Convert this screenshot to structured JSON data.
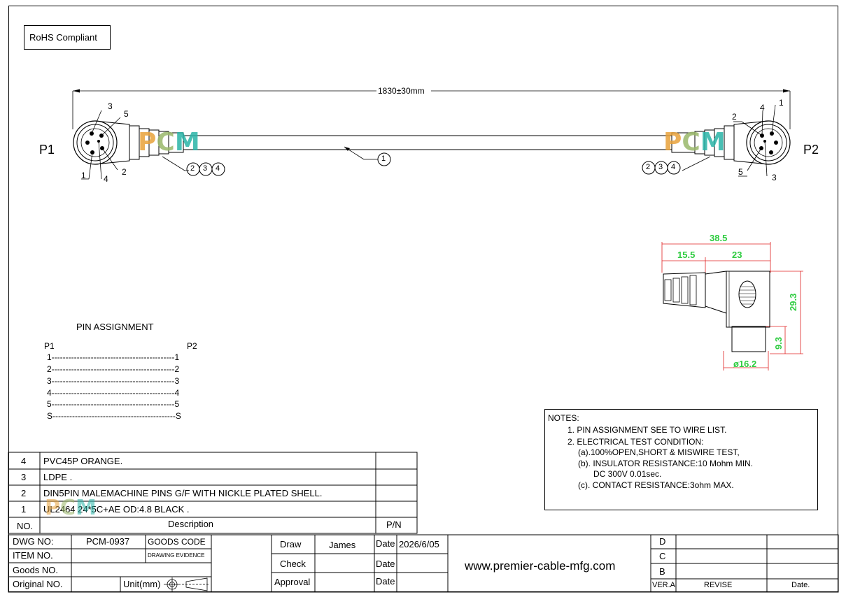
{
  "rohs": "RoHS Compliant",
  "p1_label": "P1",
  "p2_label": "P2",
  "length_dim": "1830±30mm",
  "callouts": {
    "one": "1",
    "two": "2",
    "three": "3",
    "four": "4"
  },
  "pins": {
    "n1": "1",
    "n2": "2",
    "n3": "3",
    "n4": "4",
    "n5": "5"
  },
  "logo": {
    "p": "P",
    "c": "C",
    "m": "M",
    "colors": {
      "p": "#e8a23a",
      "c": "#9ab86a",
      "m": "#2ab5a8"
    }
  },
  "dims": {
    "overall": "38.5",
    "boot": "15.5",
    "head": "23",
    "height": "29.3",
    "pin_len": "9.3",
    "dia": "ø16.2"
  },
  "pin_assignment": {
    "title": "PIN ASSIGNMENT",
    "p1": "P1",
    "p2": "P2",
    "rows": [
      "1--------------------------------------------1",
      "2--------------------------------------------2",
      "3--------------------------------------------3",
      "4--------------------------------------------4",
      "5--------------------------------------------5",
      "S--------------------------------------------S"
    ]
  },
  "notes": {
    "title": "NOTES:",
    "lines": [
      "1. PIN ASSIGNMENT SEE TO WIRE LIST.",
      "2. ELECTRICAL TEST CONDITION:",
      "(a).100%OPEN,SHORT & MISWIRE TEST,",
      "(b). INSULATOR RESISTANCE:10 Mohm MIN.",
      "DC 300V 0.01sec.",
      "(c). CONTACT RESISTANCE:3ohm MAX."
    ]
  },
  "bom": {
    "rows": [
      {
        "no": "4",
        "desc": "PVC45P ORANGE."
      },
      {
        "no": "3",
        "desc": "LDPE ."
      },
      {
        "no": "2",
        "desc": "DIN5PIN MALEMACHINE PINS G/F WITH NICKLE PLATED SHELL."
      },
      {
        "no": "1",
        "desc": "UL2464 24*5C+AE  OD:4.8 BLACK ."
      }
    ],
    "header": {
      "no": "NO.",
      "desc": "Description",
      "pn": "P/N"
    }
  },
  "title_block": {
    "dwg_no_label": "DWG NO:",
    "dwg_no": "PCM-0937",
    "goods_code": "GOODS CODE",
    "drawing_evidence": "DRAWING EVIDENCE",
    "item_no": "ITEM NO.",
    "goods_no": "Goods NO.",
    "original_no": "Original NO.",
    "unit": "Unit(mm)",
    "draw": "Draw",
    "drawer": "James",
    "date_label": "Date",
    "date": "2026/6/05",
    "check": "Check",
    "approval": "Approval",
    "website": "www.premier-cable-mfg.com",
    "rev_d": "D",
    "rev_c": "C",
    "rev_b": "B",
    "ver": "VER.A",
    "revise": "REVISE",
    "rev_date": "Date."
  }
}
